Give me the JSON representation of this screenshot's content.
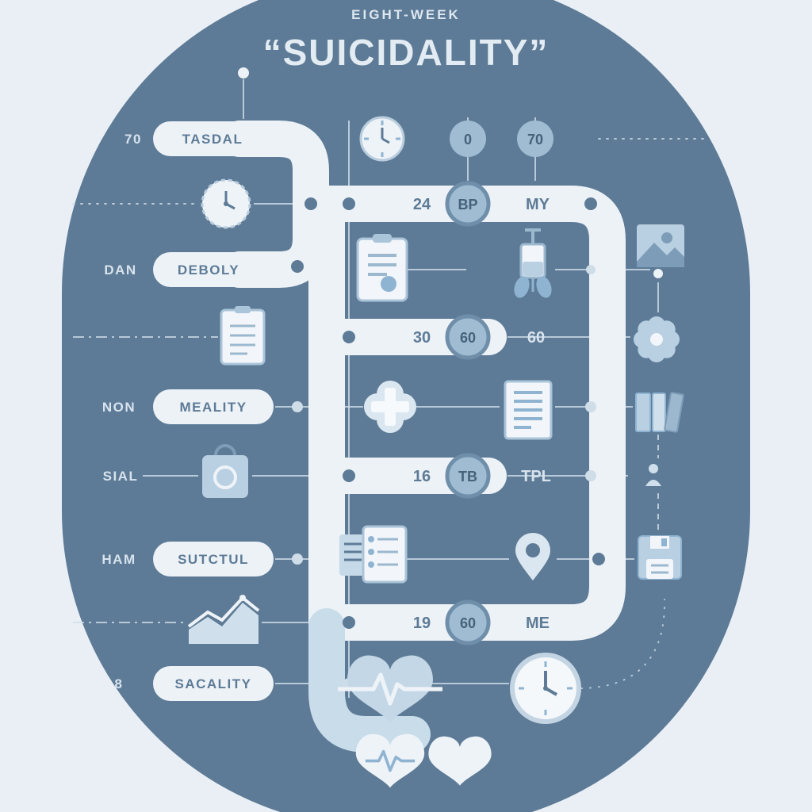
{
  "title": {
    "eyebrow": "EIGHT-WEEK",
    "main": "“SUICIDALITY”"
  },
  "left_labels": [
    "70",
    "DAN",
    "NON",
    "SIAL",
    "HAM",
    "8"
  ],
  "pills": [
    "TASDAL",
    "DEBOLY",
    "MEALITY",
    "SUTCTUL",
    "SACALITY"
  ],
  "nodes": [
    "0",
    "70",
    "BP",
    "60",
    "TB",
    "60"
  ],
  "values": [
    "24",
    "MY",
    "30",
    "60",
    "16",
    "TPL",
    "19",
    "ME"
  ],
  "icons": [
    "clock-icon",
    "clock-icon",
    "clipboard-icon",
    "iv-drip-icon",
    "photo-icon",
    "clipboard-icon",
    "flower-icon",
    "medical-cross-icon",
    "document-icon",
    "books-icon",
    "shopping-bag-icon",
    "person-icon",
    "checklist-icon",
    "location-pin-icon",
    "floppy-disk-icon",
    "area-chart-icon",
    "heart-ekg-icon",
    "clock-icon",
    "heart-ekg-icon",
    "heart-icon"
  ],
  "colors": {
    "background": "#e9eff5",
    "blob": "#5d7b96",
    "route": "#edf2f7",
    "route_light": "#c9dcea",
    "icon_light": "#c6d9e8",
    "icon_mid": "#9cb8cf",
    "text_light": "#d8e3ee",
    "text_dark": "#5d7b96",
    "node_fill": "#9fbcd3"
  }
}
